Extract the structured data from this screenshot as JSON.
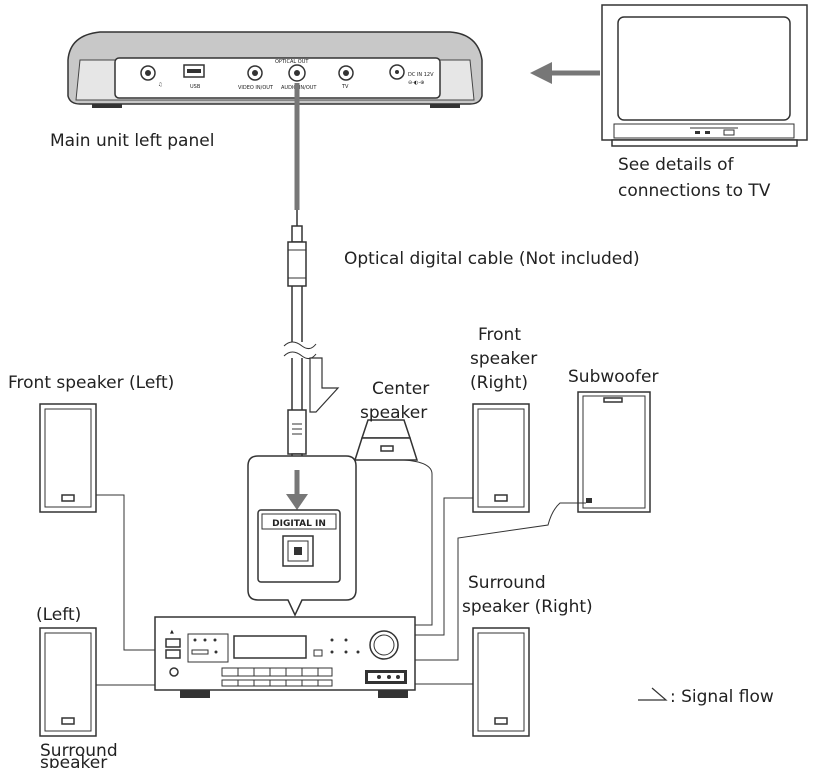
{
  "labels": {
    "main_unit": "Main unit left panel",
    "tv_line1": "See details of",
    "tv_line2": "connections to TV",
    "cable": "Optical digital cable (Not included)",
    "front_left": "Front speaker (Left)",
    "center_line1": "Center",
    "center_line2": "speaker",
    "front_right_line1": "Front",
    "front_right_line2": "speaker",
    "front_right_line3": "(Right)",
    "subwoofer": "Subwoofer",
    "surround_right_line1": "Surround",
    "surround_right_line2": "speaker (Right)",
    "surround_left_top": "(Left)",
    "surround_left_line1": "Surround",
    "surround_left_line2": "speaker",
    "digital_in": "DIGITAL IN",
    "signal_flow": ": Signal  flow"
  },
  "panel_ports": {
    "optical_out": "OPTICAL OUT",
    "usb": "USB",
    "video_out": "VIDEO IN/OUT",
    "audio_out": "AUDIO IN/OUT",
    "tv": "TV",
    "dc_in": "DC IN 12V"
  }
}
